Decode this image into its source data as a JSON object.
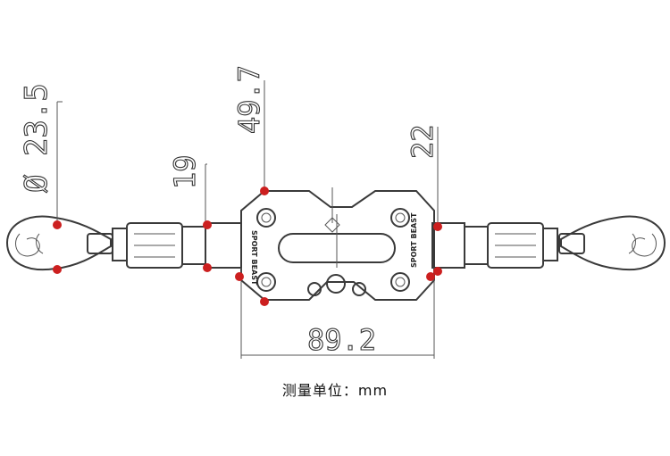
{
  "dimensions": {
    "clamp_diameter": "Ø 23.5",
    "clamp_gap": "19",
    "block_height": "49.7",
    "arm_length": "22",
    "block_width": "89.2"
  },
  "brand_text": "SPORT BEAST",
  "unit_caption": "测量单位：mm",
  "colors": {
    "line": "#3a3a3a",
    "marker": "#cc1f1f",
    "background": "#ffffff"
  }
}
